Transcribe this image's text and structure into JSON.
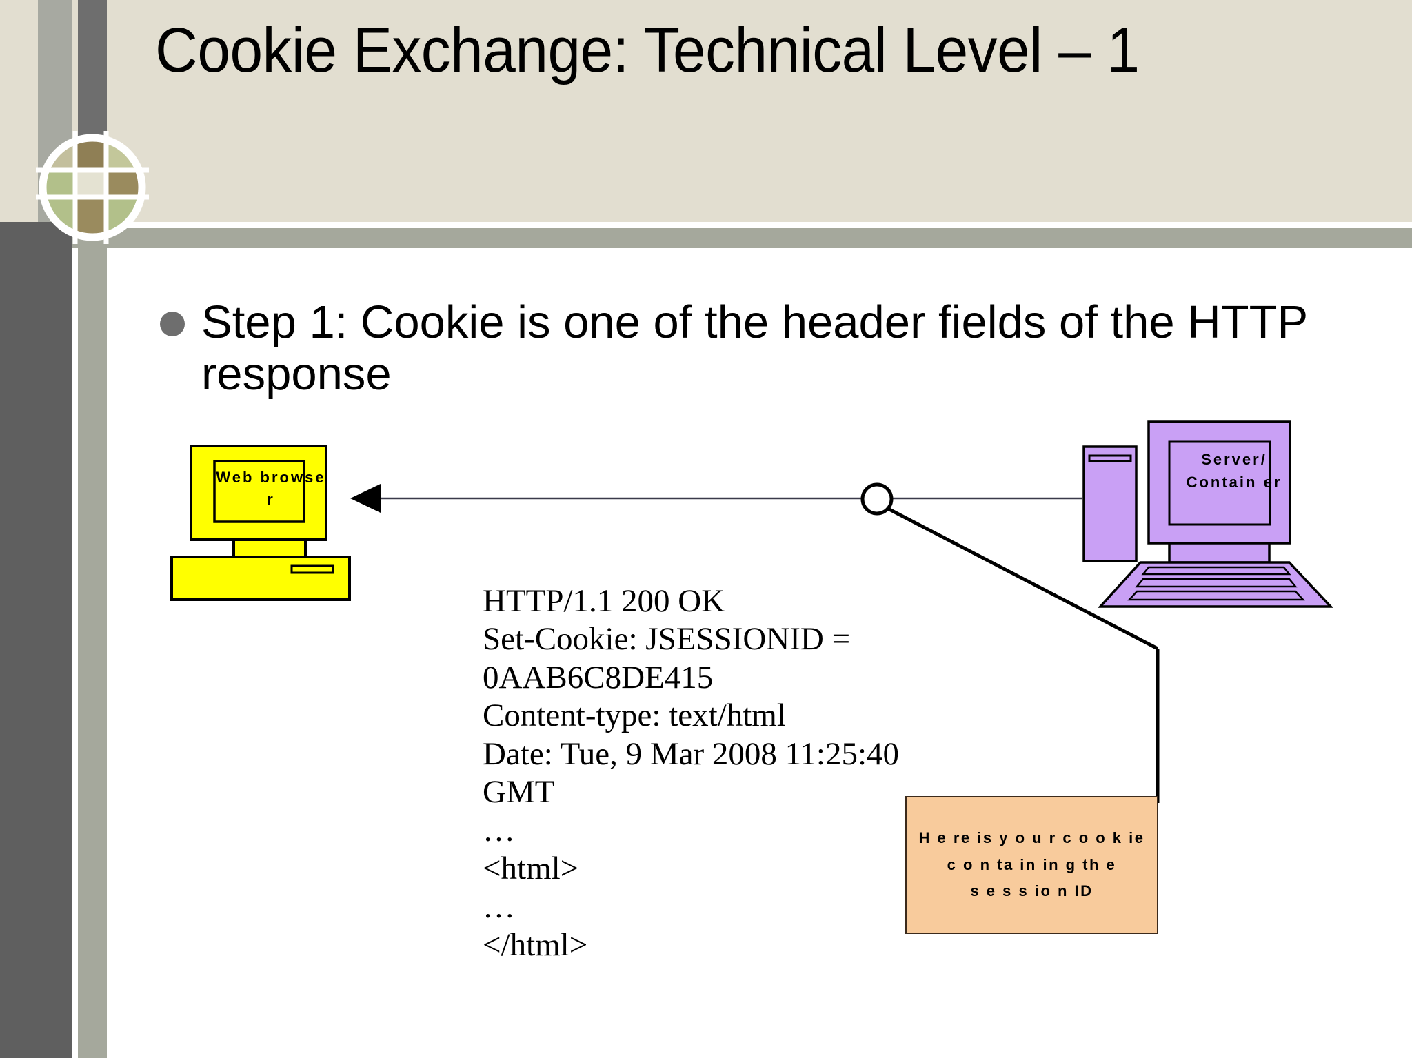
{
  "slide": {
    "title": "Cookie Exchange: Technical Level – 1",
    "bullet": "Step 1: Cookie is one of the header fields of the HTTP response"
  },
  "diagram": {
    "client": {
      "label": "Web browse r",
      "color": "#ffff00"
    },
    "server": {
      "label": "Server/ Contain er",
      "color": "#c9a0f5"
    },
    "callout": {
      "text": "H e re  is  y o u r c o o k ie\nc o n ta in in g  th e\ns e s s io n  ID",
      "color": "#f8cb9c"
    },
    "arrow_direction": "server-to-client"
  },
  "http_response": {
    "lines": [
      "HTTP/1.1 200 OK",
      "Set-Cookie: JSESSIONID =",
      "0AAB6C8DE415",
      "Content-type: text/html",
      "Date: Tue, 9 Mar 2008 11:25:40",
      "GMT",
      "…",
      "<html>",
      "…",
      "</html>"
    ],
    "text": "HTTP/1.1 200 OK\nSet-Cookie: JSESSIONID =\n0AAB6C8DE415\nContent-type: text/html\nDate: Tue, 9 Mar 2008 11:25:40\nGMT\n…\n<html>\n…\n</html>"
  },
  "theme": {
    "header_bg": "#e2ded0",
    "rule_gray": "#a5a89c",
    "strip_dark": "#5f5f5f",
    "bullet_gray": "#6e6e6e",
    "body_bg": "#ffffff"
  }
}
